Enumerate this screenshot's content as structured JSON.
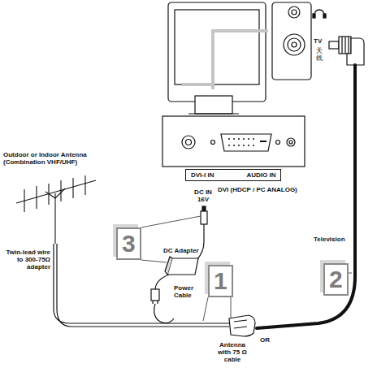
{
  "diagram": {
    "nodes": [
      {
        "text": [
          "DVI-I IN",
          "AUDIO IN"
        ]
      },
      {
        "text": [
          "3"
        ]
      },
      {
        "text": [
          "2"
        ]
      },
      {
        "text": [
          "1"
        ]
      }
    ],
    "labels": [
      "TV",
      "天线",
      "DVI (HDCP / PC ANALOG)",
      "DC IN 16V",
      "Outdoor or Indoor Antenna (Combination VHF/UHF)",
      "Television",
      "DC Adapter",
      "Twin-lead wire to 300-75Ω adapter",
      "Power Cable",
      "OR",
      "Antenna with 75 Ω cable"
    ]
  }
}
